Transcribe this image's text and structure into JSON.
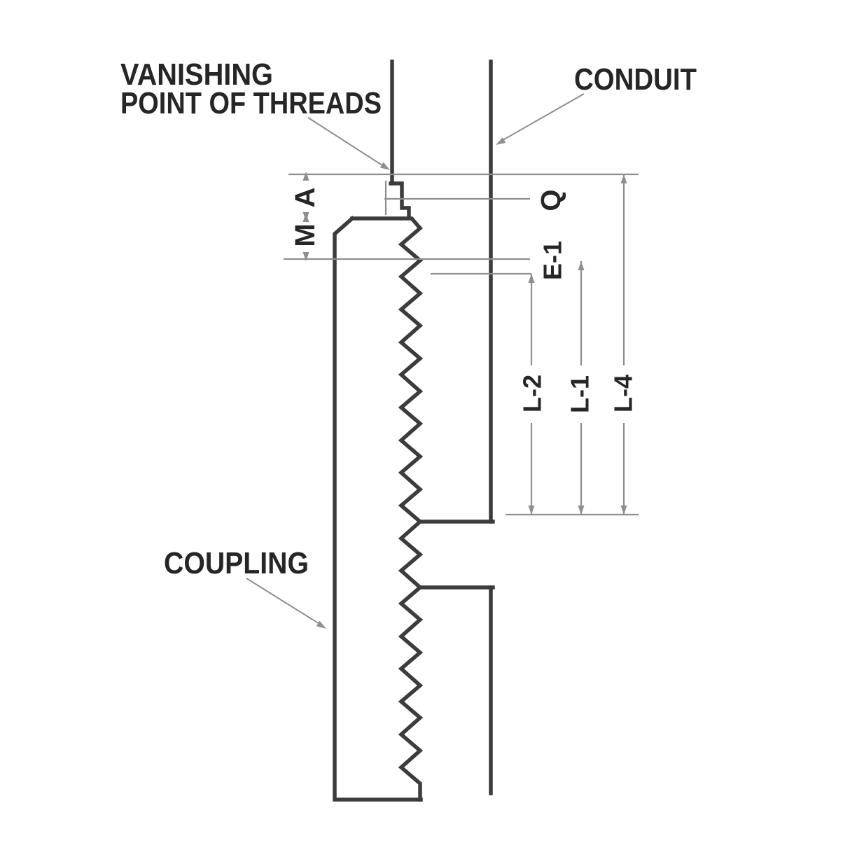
{
  "diagram_title": "Conduit coupling thread engagement cross-section",
  "labels": {
    "vanishing_line1": "VANISHING",
    "vanishing_line2": "POINT OF THREADS",
    "conduit": "CONDUIT",
    "coupling": "COUPLING"
  },
  "dimensions": {
    "a": "A",
    "m": "M",
    "q": "Q",
    "e1": "E-1",
    "l2": "L-2",
    "l1": "L-1",
    "l4": "L-4"
  },
  "colors": {
    "outline": "#3c3c3c",
    "dimension_lines": "#8f8f8f",
    "text": "#262626",
    "background": "#ffffff"
  }
}
